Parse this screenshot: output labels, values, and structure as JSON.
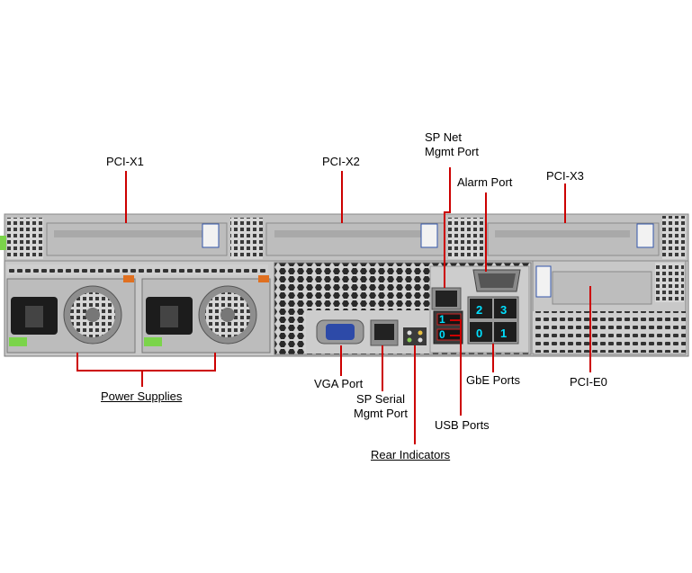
{
  "labels": {
    "pcix1": "PCI-X1",
    "pcix2": "PCI-X2",
    "pcix3": "PCI-X3",
    "sp_net_1": "SP Net",
    "sp_net_2": "Mgmt Port",
    "alarm": "Alarm Port",
    "power": "Power Supplies",
    "vga": "VGA Port",
    "sp_serial_1": "SP Serial",
    "sp_serial_2": "Mgmt Port",
    "rear": "Rear Indicators",
    "usb": "USB Ports",
    "gbe": "GbE Ports",
    "pcie0": "PCI-E0"
  },
  "ports": {
    "gbe_top_left": "2",
    "gbe_top_right": "3",
    "gbe_bottom_left": "0",
    "gbe_bottom_right": "1",
    "usb_top": "1",
    "usb_bottom": "0"
  },
  "colors": {
    "callout": "#cc0000",
    "chassis": "#c9c9c9",
    "port_num": "#00e0ff"
  }
}
